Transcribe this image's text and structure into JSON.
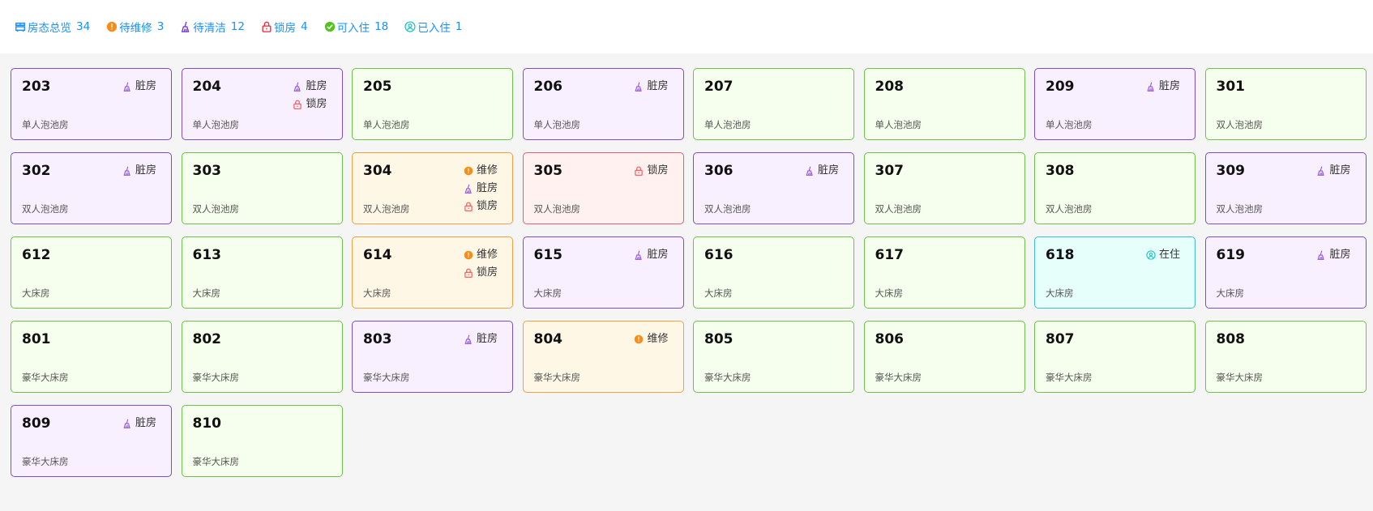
{
  "summary": [
    {
      "key": "all",
      "label": "房态总览",
      "count": "34",
      "icon": "building-icon",
      "color": "#1890ff"
    },
    {
      "key": "repair",
      "label": "待维修",
      "count": "3",
      "icon": "alert-icon",
      "color": "#fa8c16"
    },
    {
      "key": "dirty",
      "label": "待清洁",
      "count": "12",
      "icon": "broom-icon",
      "color": "#722ed1"
    },
    {
      "key": "lock",
      "label": "锁房",
      "count": "4",
      "icon": "lock-icon",
      "color": "#f5222d"
    },
    {
      "key": "vacant",
      "label": "可入住",
      "count": "18",
      "icon": "check-circle-icon",
      "color": "#52c41a"
    },
    {
      "key": "occupied",
      "label": "已入住",
      "count": "1",
      "icon": "user-circle-icon",
      "color": "#13c2c2"
    }
  ],
  "tag_labels": {
    "repair": "维修",
    "dirty": "脏房",
    "lock": "锁房",
    "occupied": "在住"
  },
  "rooms": [
    {
      "number": "203",
      "type": "单人泡池房",
      "tags": [
        "dirty"
      ]
    },
    {
      "number": "204",
      "type": "单人泡池房",
      "tags": [
        "dirty",
        "lock"
      ]
    },
    {
      "number": "205",
      "type": "单人泡池房",
      "tags": []
    },
    {
      "number": "206",
      "type": "单人泡池房",
      "tags": [
        "dirty"
      ]
    },
    {
      "number": "207",
      "type": "单人泡池房",
      "tags": []
    },
    {
      "number": "208",
      "type": "单人泡池房",
      "tags": []
    },
    {
      "number": "209",
      "type": "单人泡池房",
      "tags": [
        "dirty"
      ]
    },
    {
      "number": "301",
      "type": "双人泡池房",
      "tags": []
    },
    {
      "number": "302",
      "type": "双人泡池房",
      "tags": [
        "dirty"
      ]
    },
    {
      "number": "303",
      "type": "双人泡池房",
      "tags": []
    },
    {
      "number": "304",
      "type": "双人泡池房",
      "tags": [
        "repair",
        "dirty",
        "lock"
      ]
    },
    {
      "number": "305",
      "type": "双人泡池房",
      "tags": [
        "lock"
      ]
    },
    {
      "number": "306",
      "type": "双人泡池房",
      "tags": [
        "dirty"
      ]
    },
    {
      "number": "307",
      "type": "双人泡池房",
      "tags": []
    },
    {
      "number": "308",
      "type": "双人泡池房",
      "tags": []
    },
    {
      "number": "309",
      "type": "双人泡池房",
      "tags": [
        "dirty"
      ]
    },
    {
      "number": "612",
      "type": "大床房",
      "tags": []
    },
    {
      "number": "613",
      "type": "大床房",
      "tags": []
    },
    {
      "number": "614",
      "type": "大床房",
      "tags": [
        "repair",
        "lock"
      ]
    },
    {
      "number": "615",
      "type": "大床房",
      "tags": [
        "dirty"
      ]
    },
    {
      "number": "616",
      "type": "大床房",
      "tags": []
    },
    {
      "number": "617",
      "type": "大床房",
      "tags": []
    },
    {
      "number": "618",
      "type": "大床房",
      "tags": [
        "occupied"
      ]
    },
    {
      "number": "619",
      "type": "大床房",
      "tags": [
        "dirty"
      ]
    },
    {
      "number": "801",
      "type": "豪华大床房",
      "tags": []
    },
    {
      "number": "802",
      "type": "豪华大床房",
      "tags": []
    },
    {
      "number": "803",
      "type": "豪华大床房",
      "tags": [
        "dirty"
      ]
    },
    {
      "number": "804",
      "type": "豪华大床房",
      "tags": [
        "repair"
      ]
    },
    {
      "number": "805",
      "type": "豪华大床房",
      "tags": []
    },
    {
      "number": "806",
      "type": "豪华大床房",
      "tags": []
    },
    {
      "number": "807",
      "type": "豪华大床房",
      "tags": []
    },
    {
      "number": "808",
      "type": "豪华大床房",
      "tags": []
    },
    {
      "number": "809",
      "type": "豪华大床房",
      "tags": [
        "dirty"
      ]
    },
    {
      "number": "810",
      "type": "豪华大床房",
      "tags": []
    }
  ]
}
